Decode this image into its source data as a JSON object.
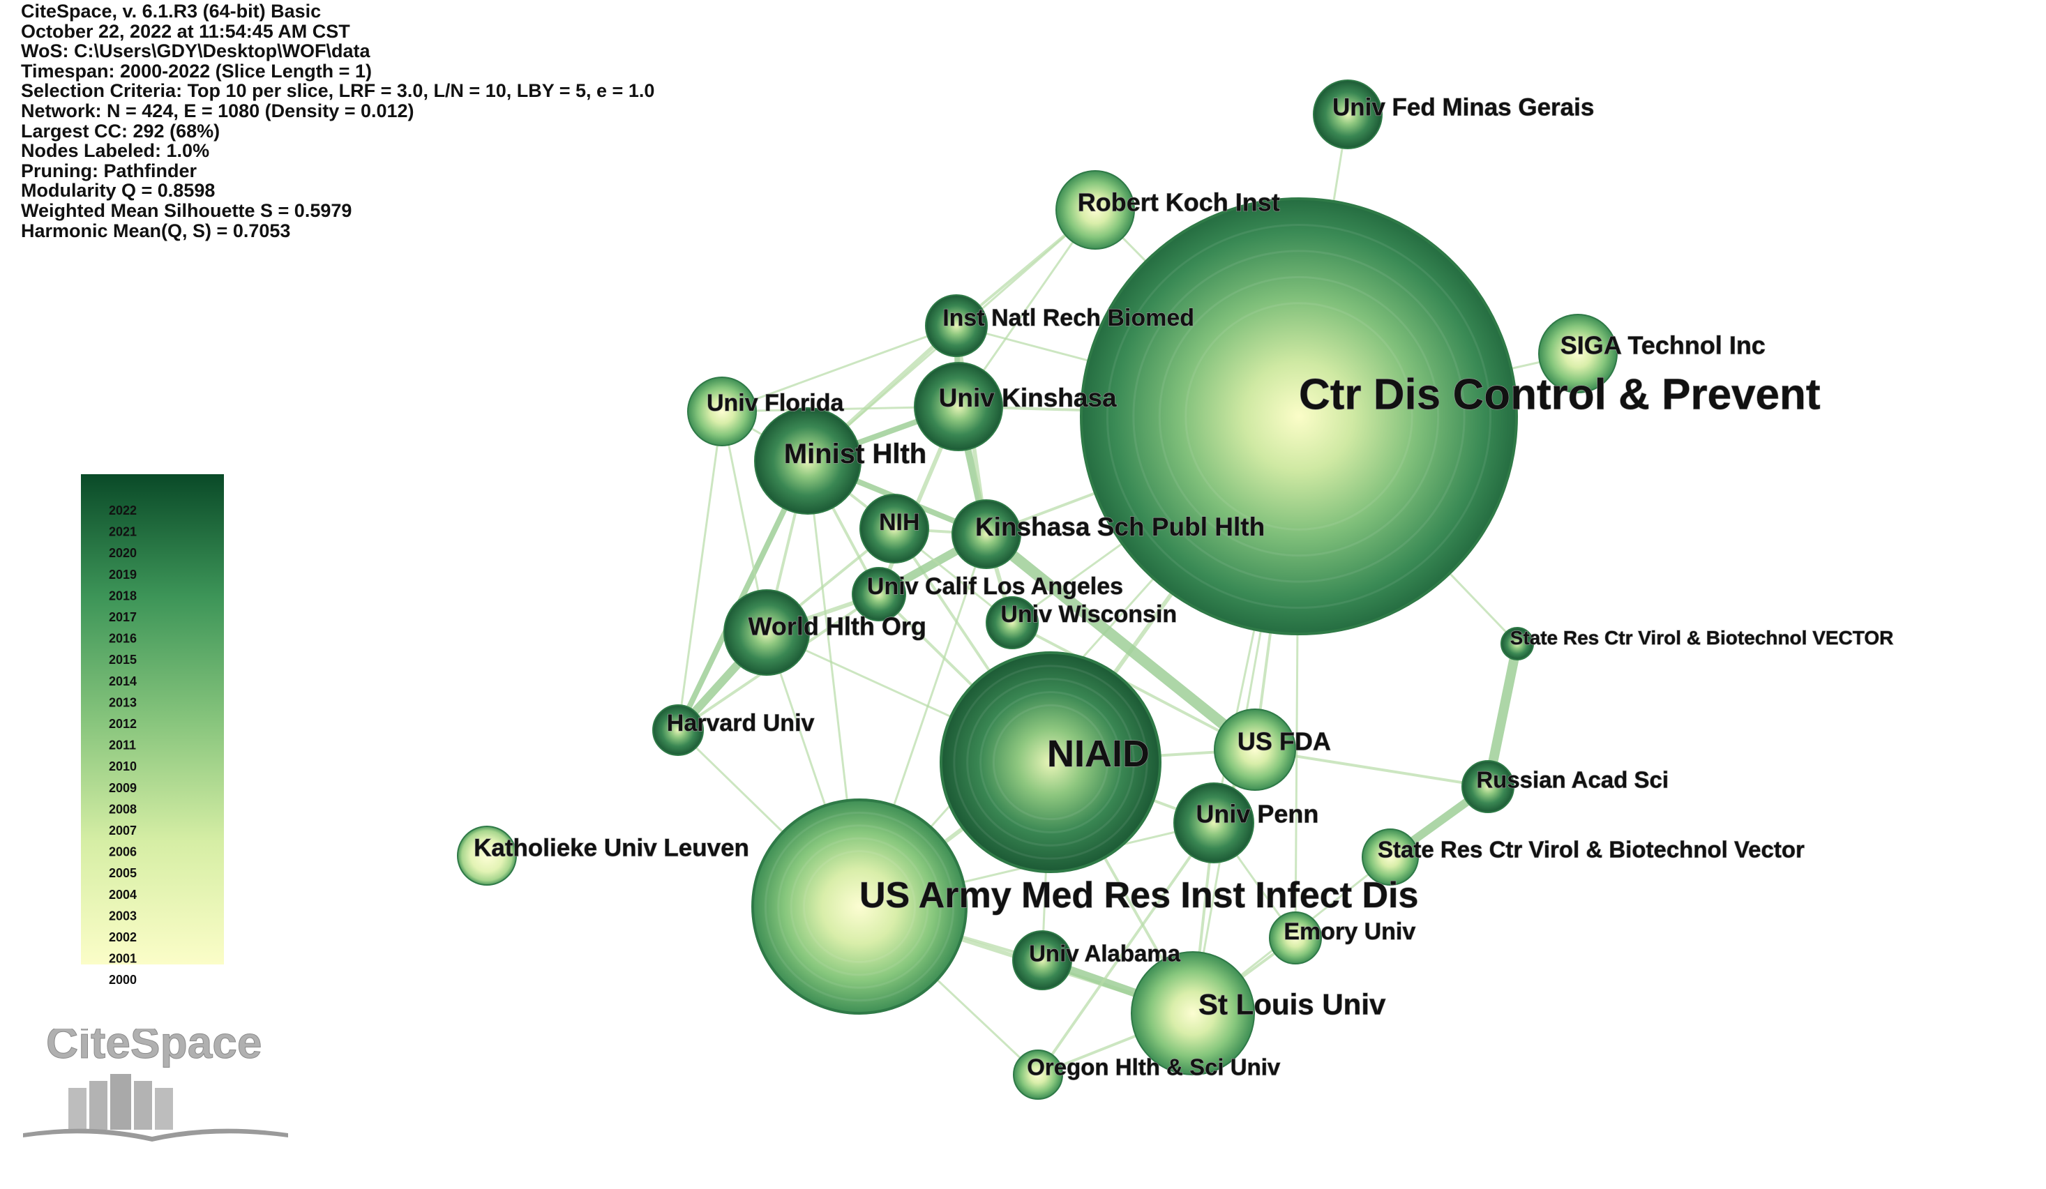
{
  "info_lines": [
    "CiteSpace, v. 6.1.R3 (64-bit) Basic",
    "October 22, 2022 at 11:54:45 AM CST",
    "WoS: C:\\Users\\GDY\\Desktop\\WOF\\data",
    "Timespan: 2000-2022 (Slice Length = 1)",
    "Selection Criteria: Top 10 per slice, LRF = 3.0, L/N = 10, LBY = 5, e = 1.0",
    "Network: N = 424, E = 1080 (Density = 0.012)",
    "Largest CC: 292 (68%)",
    "Nodes Labeled: 1.0%",
    "Pruning: Pathfinder",
    "Modularity Q = 0.8598",
    "Weighted Mean Silhouette S = 0.5979",
    "Harmonic Mean(Q, S) = 0.7053"
  ],
  "legend": {
    "years": [
      "2022",
      "2021",
      "2020",
      "2019",
      "2018",
      "2017",
      "2016",
      "2015",
      "2014",
      "2013",
      "2012",
      "2011",
      "2010",
      "2009",
      "2008",
      "2007",
      "2006",
      "2005",
      "2004",
      "2003",
      "2002",
      "2001",
      "2000"
    ],
    "color_old": "#fbfdc8",
    "color_new": "#0a4a28"
  },
  "logo_text": "CiteSpace",
  "nodes": [
    {
      "id": "cdc",
      "label": "Ctr Dis Control & Prevent"
    },
    {
      "id": "niaid",
      "label": "NIAID"
    },
    {
      "id": "usamriid",
      "label": "US Army Med Res Inst Infect Dis"
    },
    {
      "id": "slu",
      "label": "St Louis Univ"
    },
    {
      "id": "minist",
      "label": "Minist Hlth"
    },
    {
      "id": "kinshasa",
      "label": "Univ Kinshasa"
    },
    {
      "id": "ksph",
      "label": "Kinshasa Sch Publ Hlth"
    },
    {
      "id": "who",
      "label": "World Hlth Org"
    },
    {
      "id": "fda",
      "label": "US FDA"
    },
    {
      "id": "penn",
      "label": "Univ Penn"
    },
    {
      "id": "rki",
      "label": "Robert Koch Inst"
    },
    {
      "id": "siga",
      "label": "SIGA Technol Inc"
    },
    {
      "id": "minas",
      "label": "Univ Fed Minas Gerais"
    },
    {
      "id": "inrb",
      "label": "Inst Natl Rech Biomed"
    },
    {
      "id": "florida",
      "label": "Univ Florida"
    },
    {
      "id": "nih",
      "label": "NIH"
    },
    {
      "id": "ucla",
      "label": "Univ Calif Los Angeles"
    },
    {
      "id": "wisc",
      "label": "Univ Wisconsin"
    },
    {
      "id": "harvard",
      "label": "Harvard Univ"
    },
    {
      "id": "leuven",
      "label": "Katholieke Univ Leuven"
    },
    {
      "id": "alabama",
      "label": "Univ Alabama"
    },
    {
      "id": "emory",
      "label": "Emory Univ"
    },
    {
      "id": "ohsu",
      "label": "Oregon Hlth & Sci Univ"
    },
    {
      "id": "ras",
      "label": "Russian Acad Sci"
    },
    {
      "id": "vector_cap",
      "label": "State Res Ctr Virol & Biotechnol VECTOR"
    },
    {
      "id": "vector",
      "label": "State Res Ctr Virol & Biotechnol Vector"
    }
  ]
}
